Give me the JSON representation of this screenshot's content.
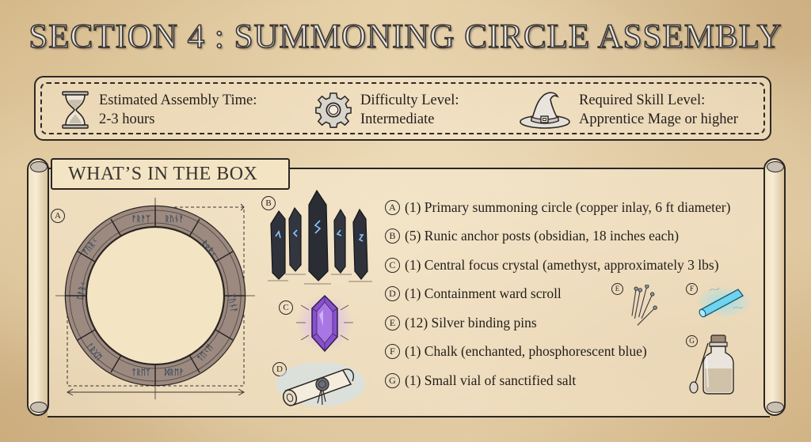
{
  "page": {
    "title": "SECTION 4 : SUMMONING CIRCLE ASSEMBLY"
  },
  "info_bar": {
    "items": [
      {
        "icon": "hourglass-icon",
        "label": "Estimated Assembly Time:",
        "value": "2-3 hours"
      },
      {
        "icon": "gear-icon",
        "label": "Difficulty Level:",
        "value": "Intermediate"
      },
      {
        "icon": "wizard-hat-icon",
        "label": "Required Skill Level:",
        "value": "Apprentice Mage or higher"
      }
    ]
  },
  "box": {
    "heading": "WHAT’S IN THE BOX",
    "figure_labels": {
      "A": "A",
      "B": "B",
      "C": "C",
      "D": "D",
      "E": "E",
      "F": "F",
      "G": "G"
    },
    "items": [
      {
        "letter": "A",
        "text": "(1) Primary summoning circle (copper inlay, 6 ft diameter)"
      },
      {
        "letter": "B",
        "text": "(5) Runic anchor posts (obsidian, 18 inches each)"
      },
      {
        "letter": "C",
        "text": "(1) Central focus crystal (amethyst, approximately 3 lbs)"
      },
      {
        "letter": "D",
        "text": "(1) Containment ward scroll"
      },
      {
        "letter": "E",
        "text": "(12) Silver binding pins"
      },
      {
        "letter": "F",
        "text": "(1) Chalk (enchanted, phosphorescent blue)"
      },
      {
        "letter": "G",
        "text": "(1) Small vial of sanctified salt"
      }
    ]
  },
  "colors": {
    "parchment": "#f3e4c4",
    "ink": "#2a2623",
    "crystal": "#8a4fd0",
    "chalk": "#6fd4f0",
    "rune_glow": "#7fb8ff",
    "obsidian": "#2c2f36",
    "copper_ring": "#9c8a80"
  }
}
